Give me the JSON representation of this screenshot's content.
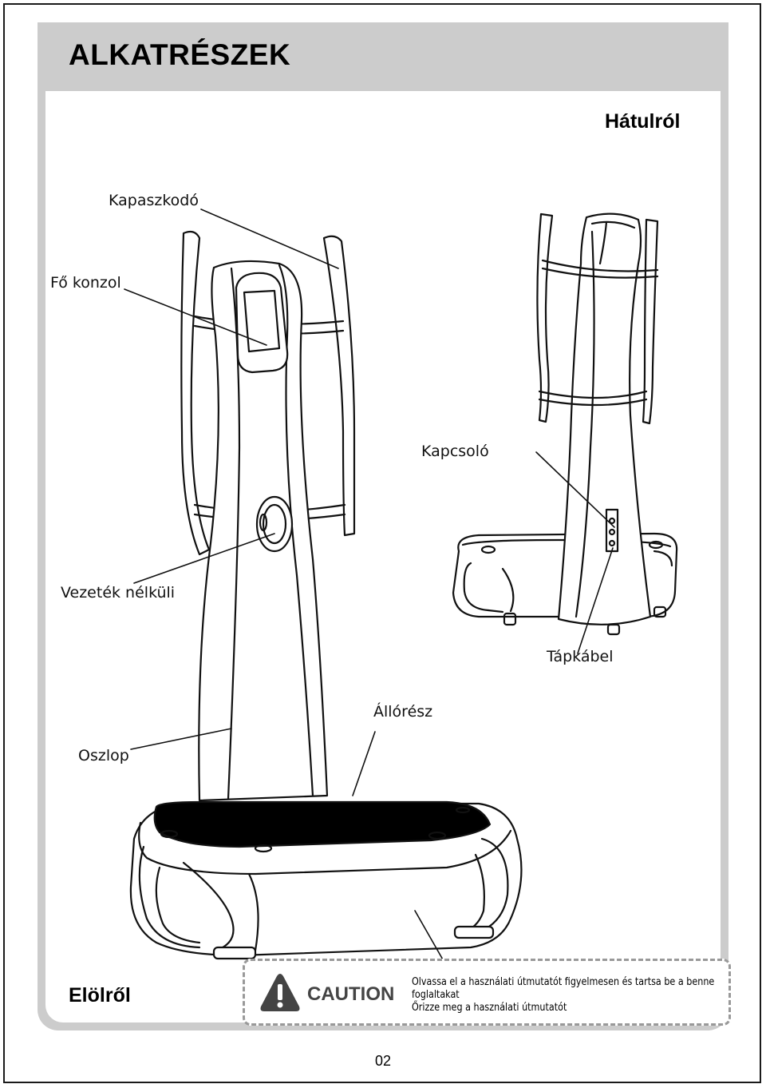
{
  "header": {
    "title": "ALKATRÉSZEK"
  },
  "views": {
    "back_label": "Hátulról",
    "front_label": "Elölről"
  },
  "callouts": {
    "handrail": "Kapaszkodó",
    "main_console": "Fő konzol",
    "switch": "Kapcsoló",
    "wireless": "Vezeték nélküli",
    "power_cable": "Tápkábel",
    "platform": "Állórész",
    "column": "Oszlop"
  },
  "caution": {
    "badge_text": "CAUTION",
    "lines": [
      "Olvassa el a használati útmutatót figyelmesen és tartsa be a benne",
      "foglaltakat",
      "Őrizze meg a használati útmutatót"
    ]
  },
  "footer": {
    "page_number": "02"
  }
}
